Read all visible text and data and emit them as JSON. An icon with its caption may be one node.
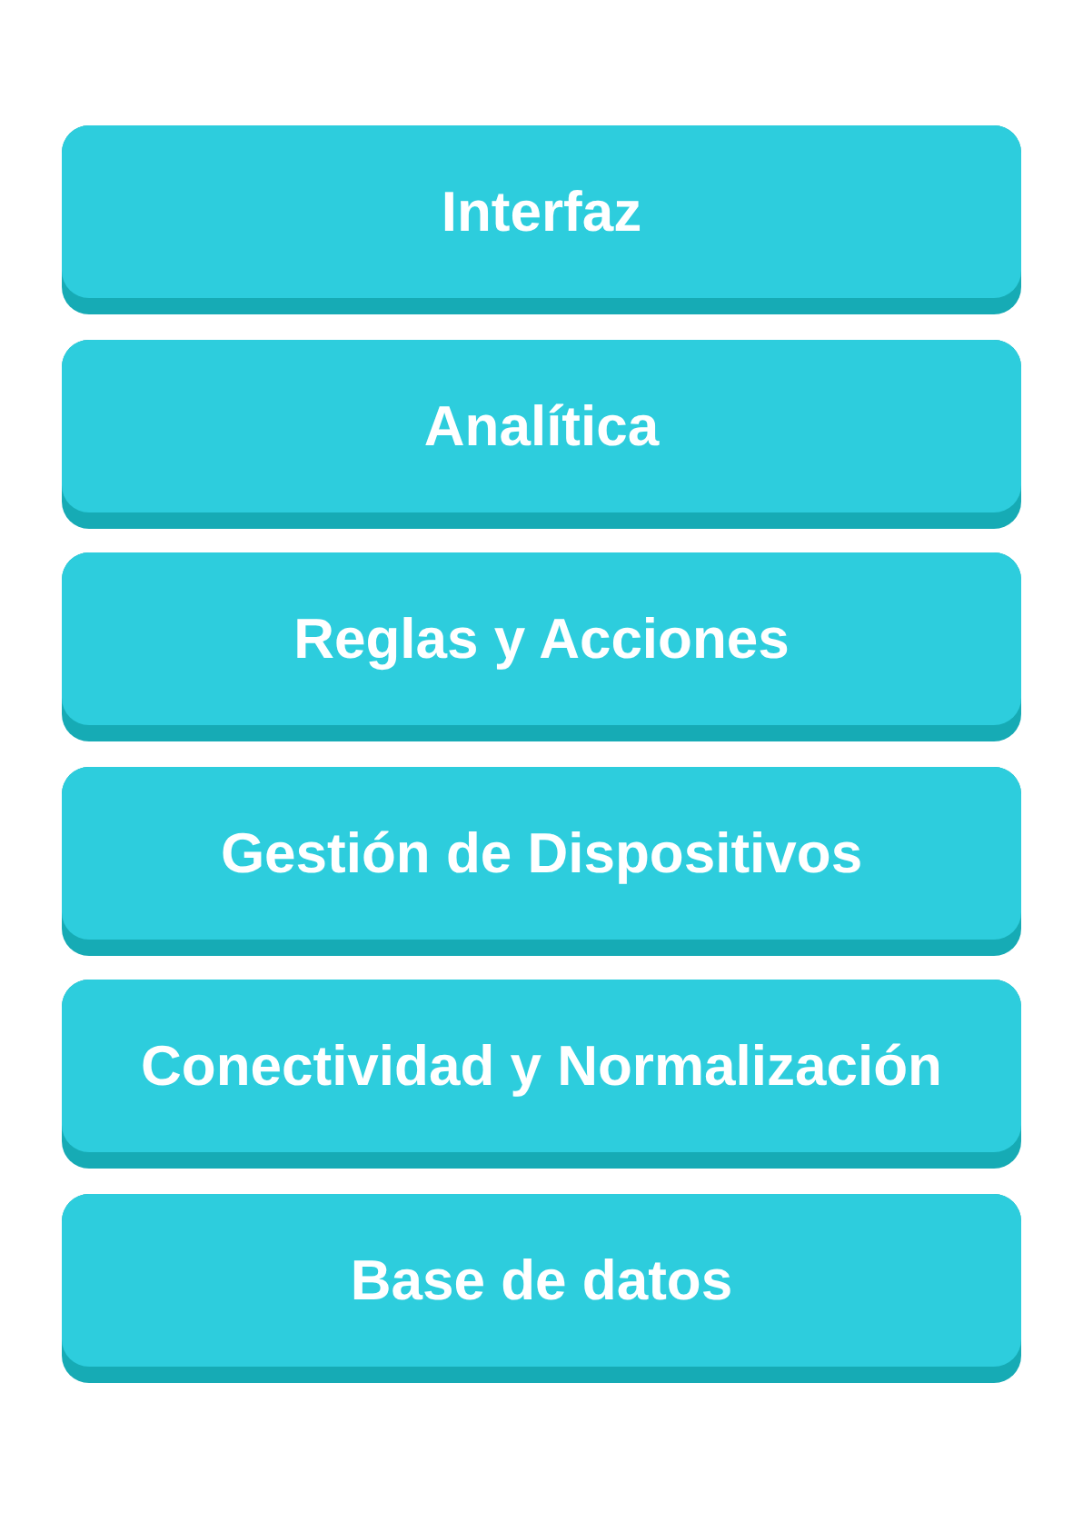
{
  "diagram": {
    "nodes": [
      {
        "text": [
          "Interfaz"
        ]
      },
      {
        "text": [
          "Analítica"
        ]
      },
      {
        "text": [
          "Reglas y Acciones"
        ]
      },
      {
        "text": [
          "Gestión de Dispositivos"
        ]
      },
      {
        "text": [
          "Conectividad y Normalización"
        ]
      },
      {
        "text": [
          "Base de datos"
        ]
      }
    ]
  }
}
